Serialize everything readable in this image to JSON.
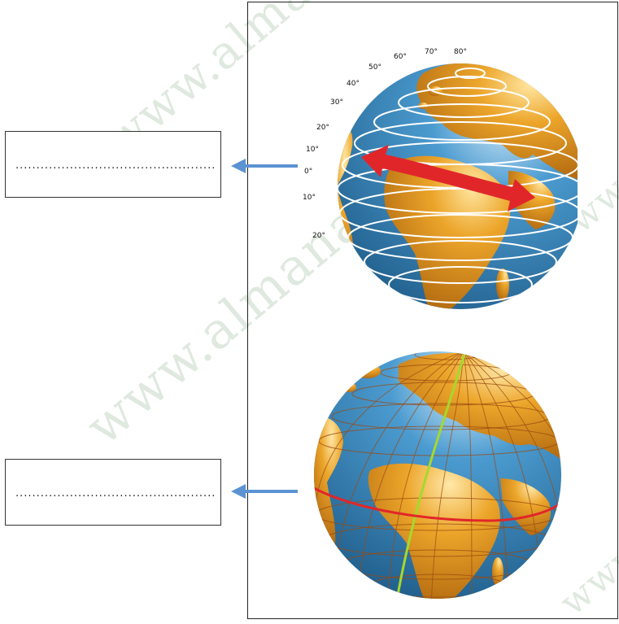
{
  "watermark": {
    "text_main": "www.almanahj.com",
    "text_repeat": "www."
  },
  "answer_boxes": [
    {
      "placeholder": "................................................"
    },
    {
      "placeholder": "................................................"
    }
  ],
  "top_globe": {
    "latitude_labels": [
      "80°",
      "70°",
      "60°",
      "50°",
      "40°",
      "30°",
      "20°",
      "10°",
      "0°",
      "10°",
      "20°"
    ]
  },
  "colors": {
    "ocean": "#3f8fc4",
    "land": "#e9a227",
    "parallel_lines": "#ffffff",
    "rotation_arrow": "#e1262a",
    "equator_line": "#e1262a",
    "prime_meridian_line": "#a5d92c",
    "pointer_arrow": "#5b93d3"
  },
  "icons": {
    "pointer": "arrow-left-icon",
    "rotation": "double-arrow-icon"
  }
}
